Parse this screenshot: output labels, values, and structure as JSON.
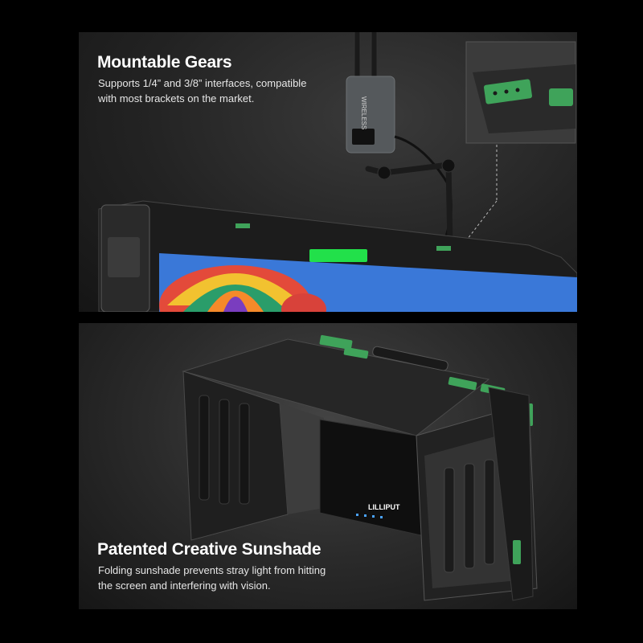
{
  "sections": [
    {
      "title": "Mountable Gears",
      "description_line1": "Supports 1/4” and 3/8” interfaces, compatible",
      "description_line2": "with most brackets on the market."
    },
    {
      "title": "Patented Creative Sunshade",
      "description_line1": "Folding sunshade prevents stray light from hitting",
      "description_line2": "the screen and interfering with vision."
    }
  ],
  "device": {
    "transmitter_label": "WIRELESS",
    "brand": "LILLIPUT"
  },
  "colors": {
    "accent_green": "#3fa35a",
    "tally_green": "#22e04a",
    "background": "#000000",
    "panel": "#2a2a2a"
  }
}
